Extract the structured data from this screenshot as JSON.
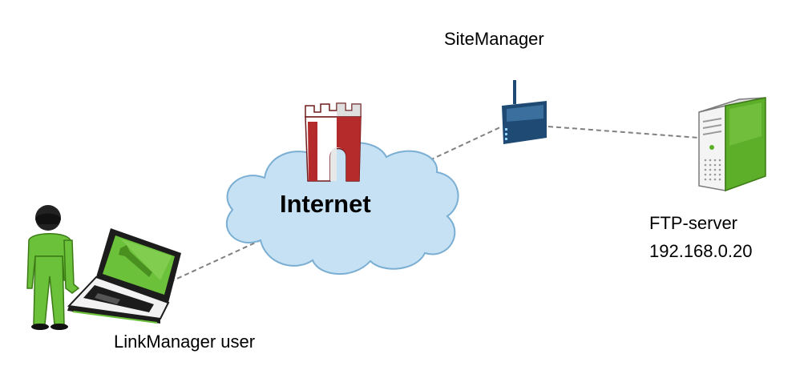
{
  "nodes": {
    "sitemanager": {
      "label": "SiteManager"
    },
    "internet": {
      "label": "Internet"
    },
    "ftp_server": {
      "name": "FTP-server",
      "ip": "192.168.0.20"
    },
    "linkmanager_user": {
      "label": "LinkManager user"
    }
  },
  "colors": {
    "cloud_fill": "#c5e1f3",
    "cloud_stroke": "#7aaed3",
    "tower_red": "#b52a2a",
    "router_blue": "#1e4a73",
    "server_green": "#5dae28",
    "person_green": "#6cc13a",
    "connection_line": "#808080"
  },
  "icons": [
    "castle-tower-icon",
    "router-icon",
    "server-icon",
    "person-icon",
    "laptop-icon"
  ]
}
